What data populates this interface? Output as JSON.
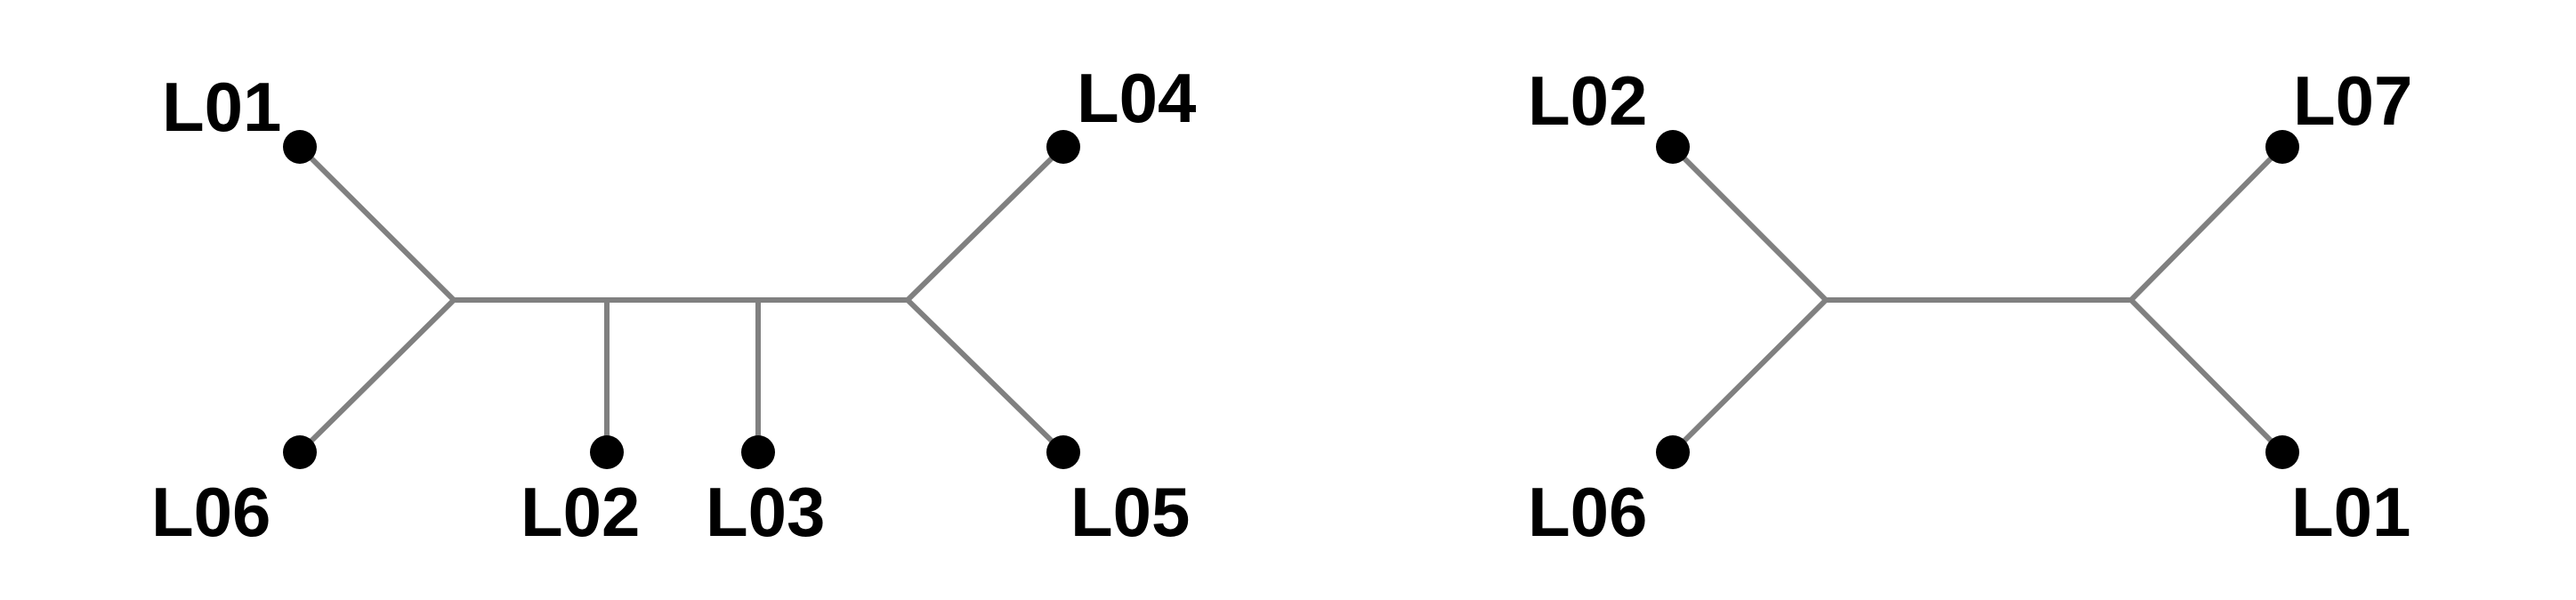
{
  "colors": {
    "background": "#ffffff",
    "edge": "#808080",
    "leaf": "#000000",
    "label": "#000000"
  },
  "trees": [
    {
      "leaves": [
        {
          "label": "L01"
        },
        {
          "label": "L06"
        },
        {
          "label": "L02"
        },
        {
          "label": "L03"
        },
        {
          "label": "L04"
        },
        {
          "label": "L05"
        }
      ]
    },
    {
      "leaves": [
        {
          "label": "L02"
        },
        {
          "label": "L06"
        },
        {
          "label": "L07"
        },
        {
          "label": "L01"
        }
      ]
    }
  ]
}
